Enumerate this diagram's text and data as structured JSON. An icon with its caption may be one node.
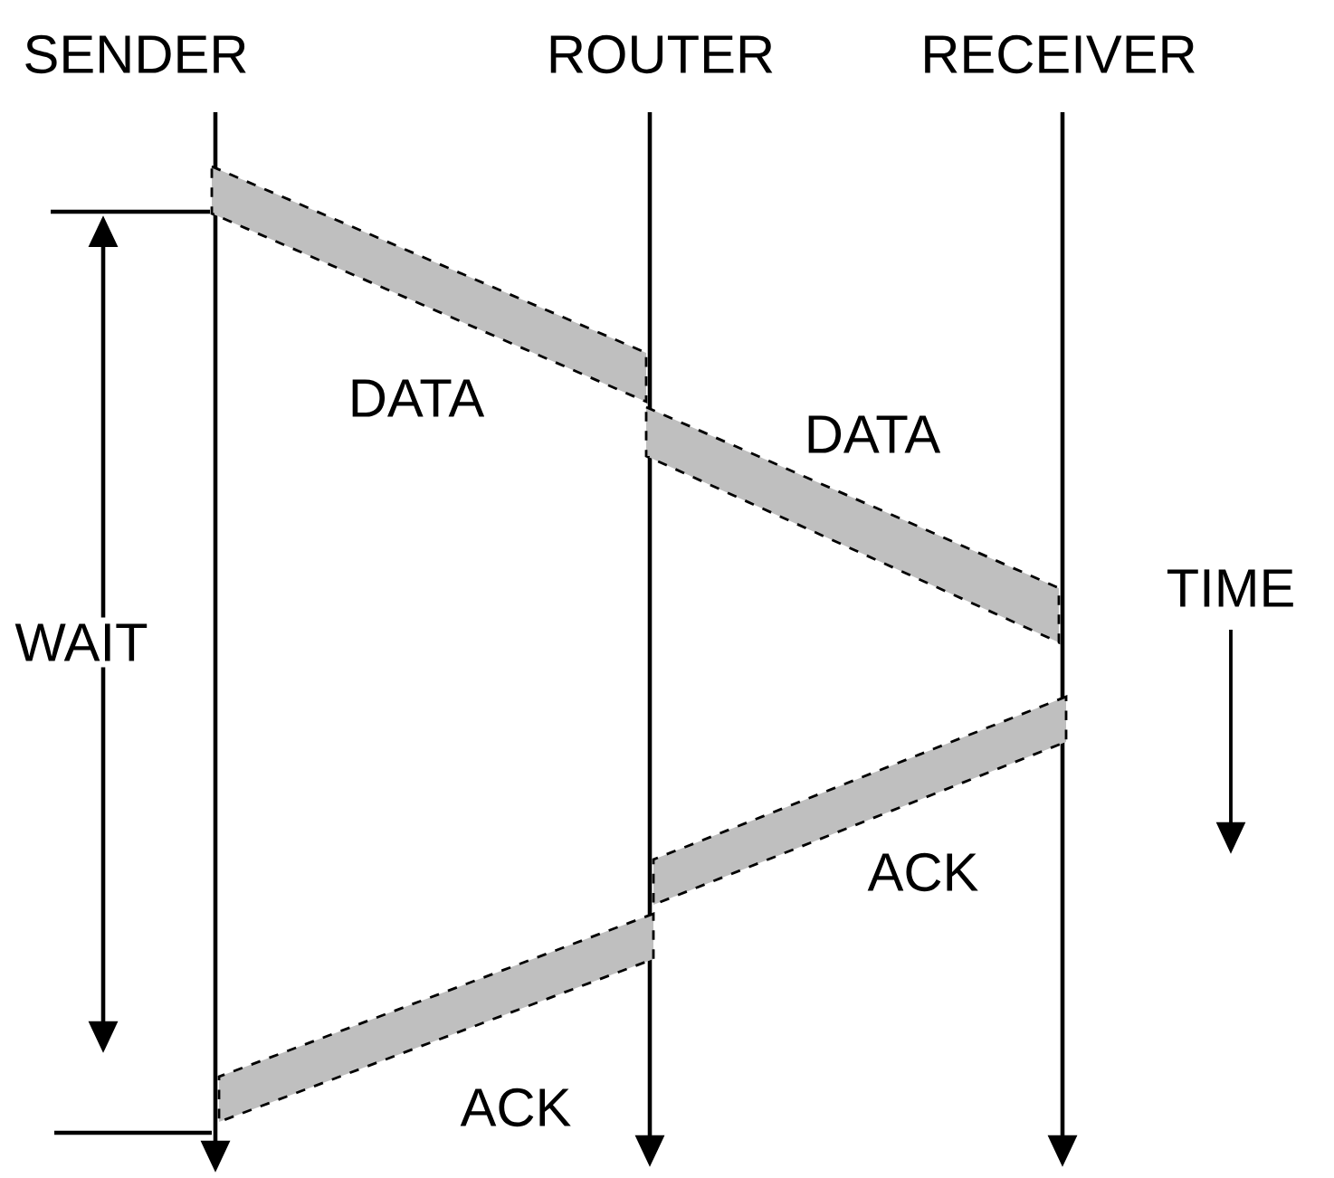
{
  "diagram": {
    "nodes": [
      {
        "text": [
          "SENDER"
        ]
      },
      {
        "text": [
          "ROUTER"
        ]
      },
      {
        "text": [
          "RECEIVER"
        ]
      }
    ],
    "edges": [
      {
        "from": 0,
        "to": 1,
        "arrow": "none",
        "label": "DATA"
      },
      {
        "from": 1,
        "to": 2,
        "arrow": "none",
        "label": "DATA"
      },
      {
        "from": 2,
        "to": 1,
        "arrow": "none",
        "label": "ACK"
      },
      {
        "from": 1,
        "to": 0,
        "arrow": "none",
        "label": "ACK"
      }
    ],
    "labels": [
      "WAIT",
      "TIME"
    ]
  }
}
